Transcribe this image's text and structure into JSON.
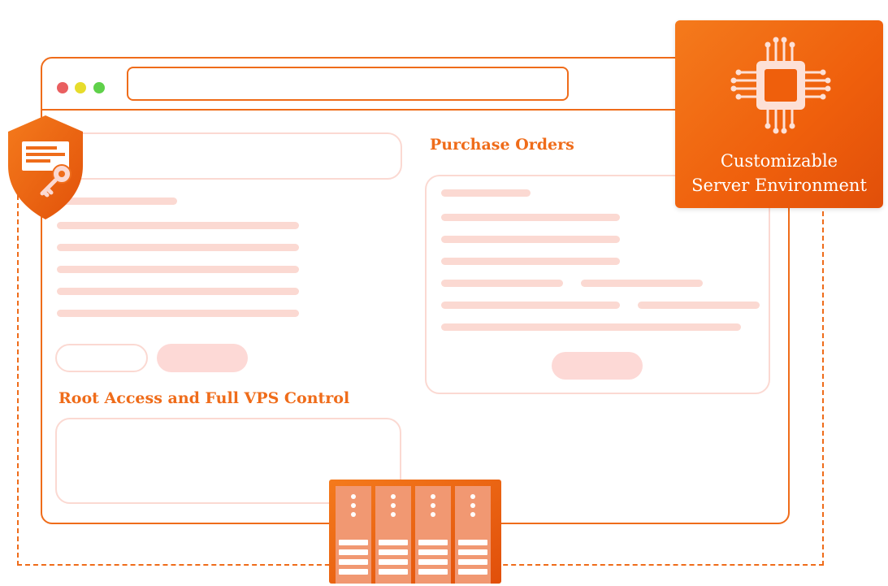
{
  "panels": {
    "left_heading": "Root Access and Full VPS Control",
    "right_heading": "Purchase Orders"
  },
  "cpu_card": {
    "line1": "Customizable",
    "line2": "Server Environment",
    "icon": "cpu-chip-icon"
  },
  "icons": {
    "shield": "security-shield-key-icon",
    "server": "server-rack-icon"
  },
  "colors": {
    "accent": "#ef6c1a",
    "placeholder": "#fbd9d2",
    "traffic_red": "#e95f60",
    "traffic_yellow": "#e7dc2c",
    "traffic_green": "#5fd14a"
  }
}
